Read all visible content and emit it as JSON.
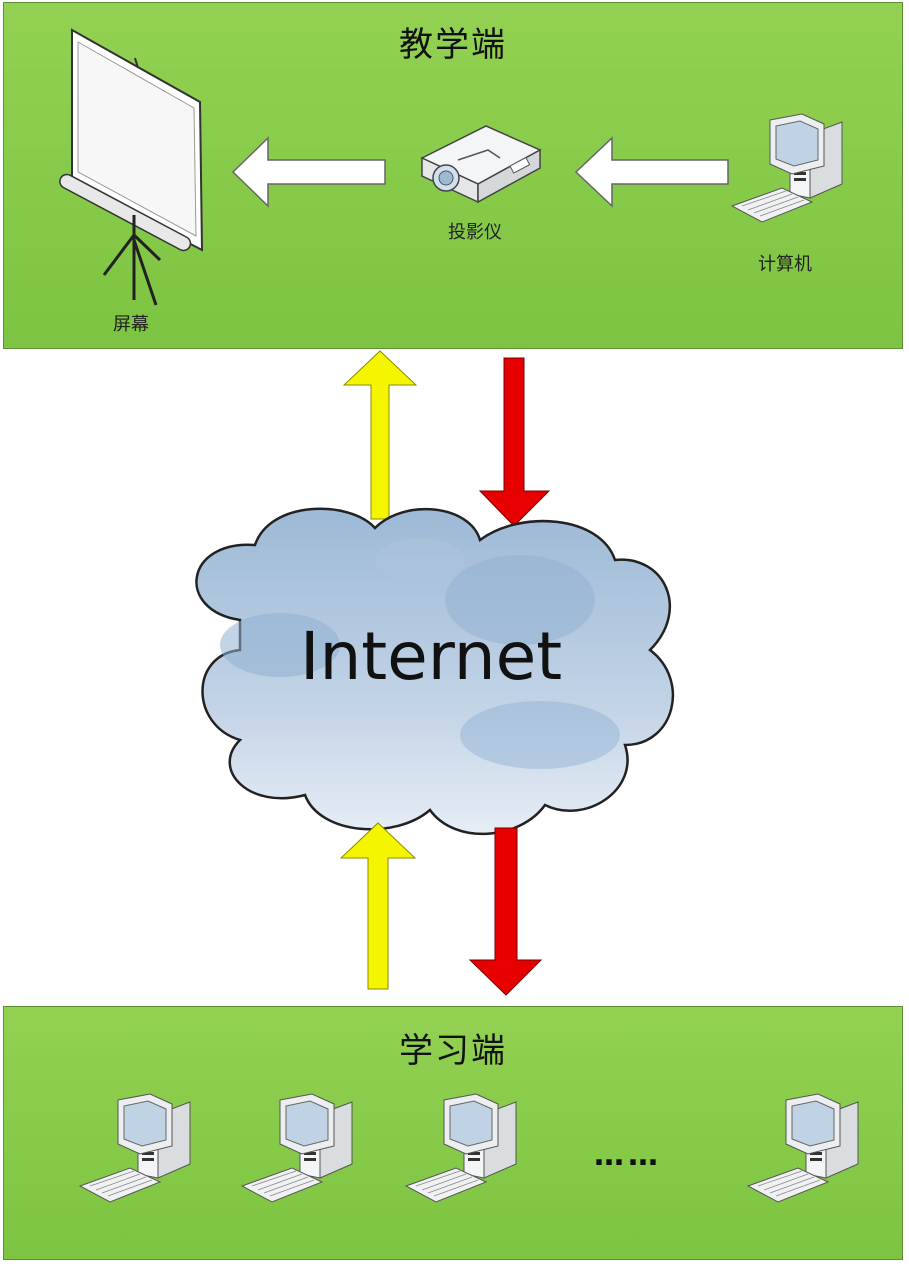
{
  "teaching": {
    "title": "教学端",
    "screen_label": "屏幕",
    "projector_label": "投影仪",
    "computer_label": "计算机"
  },
  "cloud": {
    "label": "Internet"
  },
  "learning": {
    "title": "学习端",
    "ellipsis": "……"
  },
  "colors": {
    "panel_green": "#8ccc4c",
    "upload_arrow": "#f5f500",
    "download_arrow": "#e60000",
    "cloud_blue": "#9ab8d8"
  }
}
